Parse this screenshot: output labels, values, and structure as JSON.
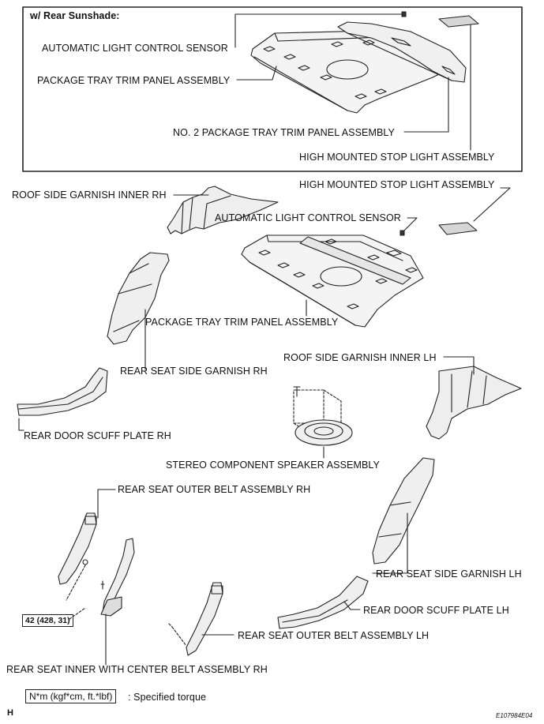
{
  "inset": {
    "heading": "w/ Rear Sunshade:",
    "labels": {
      "auto_light_sensor": "AUTOMATIC LIGHT CONTROL SENSOR",
      "package_tray": "PACKAGE TRAY TRIM PANEL ASSEMBLY",
      "no2_package_tray": "NO. 2 PACKAGE TRAY TRIM PANEL ASSEMBLY",
      "high_mounted_stop_light": "HIGH MOUNTED STOP LIGHT ASSEMBLY"
    }
  },
  "labels": {
    "roof_side_garnish_rh": "ROOF SIDE GARNISH INNER RH",
    "high_mounted_stop_light": "HIGH MOUNTED STOP LIGHT ASSEMBLY",
    "auto_light_sensor": "AUTOMATIC LIGHT CONTROL SENSOR",
    "package_tray": "PACKAGE TRAY TRIM PANEL ASSEMBLY",
    "rear_seat_side_garnish_rh": "REAR SEAT SIDE GARNISH RH",
    "roof_side_garnish_lh": "ROOF SIDE GARNISH INNER LH",
    "rear_door_scuff_rh": "REAR DOOR SCUFF PLATE RH",
    "stereo_speaker": "STEREO COMPONENT SPEAKER ASSEMBLY",
    "rear_seat_outer_belt_rh": "REAR SEAT OUTER BELT ASSEMBLY RH",
    "rear_seat_side_garnish_lh": "REAR SEAT SIDE GARNISH LH",
    "rear_door_scuff_lh": "REAR DOOR SCUFF PLATE LH",
    "rear_seat_outer_belt_lh": "REAR SEAT OUTER BELT ASSEMBLY LH",
    "rear_seat_inner_center_belt_rh": "REAR SEAT INNER WITH CENTER BELT ASSEMBLY RH"
  },
  "torque_value": "42 (428, 31)",
  "legend": {
    "unit_box": "N*m (kgf*cm, ft.*lbf)",
    "description": ": Specified torque"
  },
  "footer": {
    "section_letter": "H",
    "figure_code": "E107984E04"
  }
}
